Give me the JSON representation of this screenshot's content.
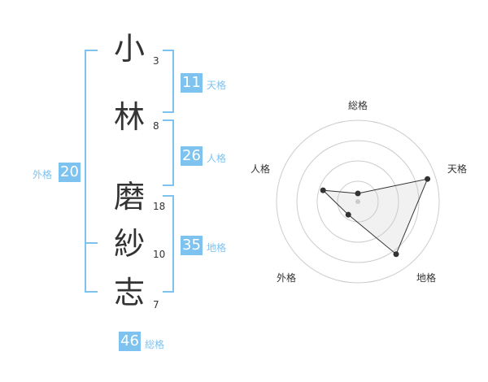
{
  "name": {
    "characters": [
      {
        "char": "小",
        "strokes": "3"
      },
      {
        "char": "林",
        "strokes": "8"
      },
      {
        "char": "磨",
        "strokes": "18"
      },
      {
        "char": "紗",
        "strokes": "10"
      },
      {
        "char": "志",
        "strokes": "7"
      }
    ]
  },
  "fortunes": {
    "tenkaku": {
      "value": "11",
      "label": "天格"
    },
    "jinkaku": {
      "value": "26",
      "label": "人格"
    },
    "chikaku": {
      "value": "35",
      "label": "地格"
    },
    "gaikaku": {
      "value": "20",
      "label": "外格"
    },
    "soukaku": {
      "value": "46",
      "label": "総格"
    }
  },
  "colors": {
    "accent": "#7ec3ef",
    "text": "#333333",
    "grid": "#cccccc"
  },
  "radar": {
    "axes": [
      "総格",
      "天格",
      "地格",
      "外格",
      "人格"
    ],
    "levels": 4,
    "values": [
      0.1,
      0.9,
      0.8,
      0.2,
      0.45
    ]
  }
}
